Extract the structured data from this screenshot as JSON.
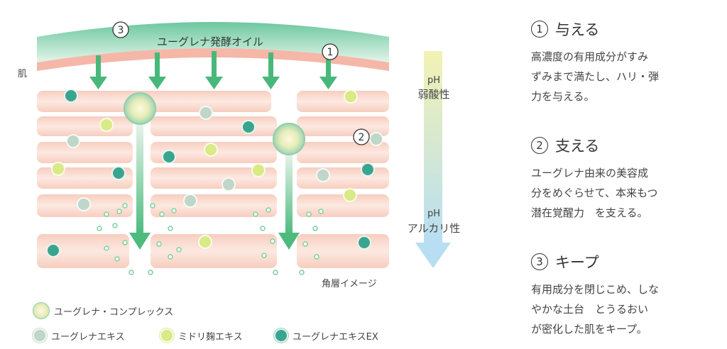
{
  "diagram": {
    "oil_label": "ユーグレナ発酵オイル",
    "skin_label": "肌",
    "marker1": "1",
    "marker2": "2",
    "marker3": "3",
    "ph_top": "pH",
    "ph_top_sub": "弱酸性",
    "ph_bottom": "pH",
    "ph_bottom_sub": "アルカリ性",
    "caption": "角層イメージ"
  },
  "legend": [
    {
      "label": "ユーグレナ・コンプレックス",
      "color": "#d8e8a8",
      "icon": "euglena-complex-icon"
    },
    {
      "label": "ユーグレナエキス",
      "color": "#bfd6c8",
      "icon": "euglena-extract-icon"
    },
    {
      "label": "ミドリ麹エキス",
      "color": "#d9ea86",
      "icon": "midori-koji-extract-icon"
    },
    {
      "label": "ユーグレナエキスEX",
      "color": "#3aa58f",
      "icon": "euglena-extract-ex-icon"
    }
  ],
  "panels": [
    {
      "number": "1",
      "title": "与える",
      "body": "高濃度の有用成分がすみ\nずみまで満たし、ハリ・弾\n力を与える。"
    },
    {
      "number": "2",
      "title": "支える",
      "body": "ユーグレナ由来の美容成\n分をめぐらせて、本来もつ\n潜在覚醒力　を支える。"
    },
    {
      "number": "3",
      "title": "キープ",
      "body": "有用成分を閉じこめ、しな\nやかな土台　とうるおい\nが密化した肌をキープ。"
    }
  ]
}
